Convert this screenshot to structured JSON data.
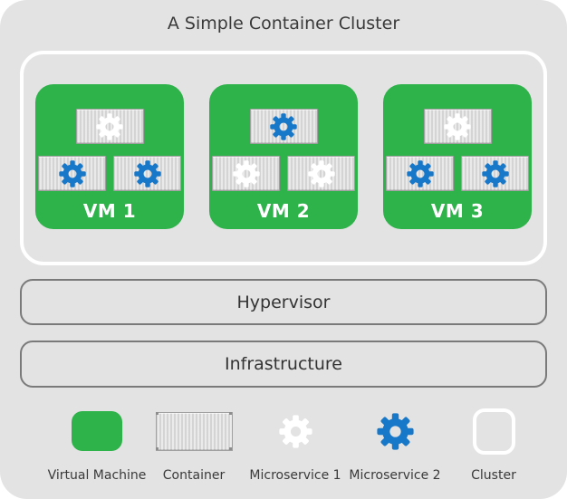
{
  "title": "A Simple Container Cluster",
  "cluster": {
    "vms": [
      {
        "label": "VM 1",
        "containers": [
          "microservice-1",
          "microservice-2",
          "microservice-2"
        ]
      },
      {
        "label": "VM 2",
        "containers": [
          "microservice-2",
          "microservice-1",
          "microservice-1"
        ]
      },
      {
        "label": "VM 3",
        "containers": [
          "microservice-1",
          "microservice-2",
          "microservice-2"
        ]
      }
    ]
  },
  "layers": {
    "hypervisor": "Hypervisor",
    "infrastructure": "Infrastructure"
  },
  "legend": {
    "items": [
      {
        "id": "virtual-machine",
        "label": "Virtual Machine"
      },
      {
        "id": "container",
        "label": "Container"
      },
      {
        "id": "microservice-1",
        "label": "Microservice 1"
      },
      {
        "id": "microservice-2",
        "label": "Microservice 2"
      },
      {
        "id": "cluster",
        "label": "Cluster"
      }
    ]
  },
  "colors": {
    "background": "#e3e3e3",
    "vm_green": "#2eb24a",
    "microservice_blue": "#1777c8",
    "microservice_white": "#ffffff",
    "layer_border": "#7a7a7a",
    "text": "#3a3a3a"
  }
}
